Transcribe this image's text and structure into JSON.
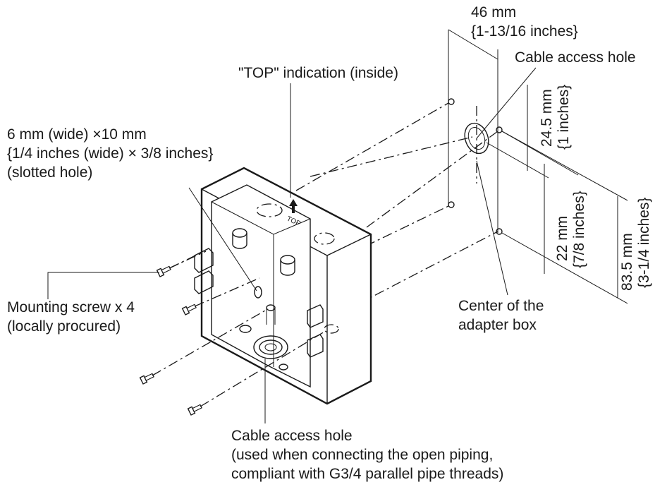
{
  "labels": {
    "top_indication": "\"TOP\" indication (inside)",
    "slot_line1": "6 mm (wide) ×10 mm",
    "slot_line2": "{1/4 inches (wide) × 3/8 inches}",
    "slot_line3": "(slotted hole)",
    "screw_line1": "Mounting screw x 4",
    "screw_line2": "(locally procured)",
    "bottom_hole_line1": "Cable access hole",
    "bottom_hole_line2": "(used when connecting the open piping,",
    "bottom_hole_line3": "compliant with G3/4 parallel pipe threads)",
    "width_mm": "46 mm",
    "width_in": "{1-13/16 inches}",
    "side_hole": "Cable access hole",
    "dim_24_mm": "24.5 mm",
    "dim_24_in": "{1 inches}",
    "dim_22_mm": "22 mm",
    "dim_22_in": "{7/8 inches}",
    "dim_83_mm": "83.5 mm",
    "dim_83_in": "{3-1/4 inches}",
    "center_line1": "Center of the",
    "center_line2": "adapter box",
    "top_mark": "TOP"
  }
}
